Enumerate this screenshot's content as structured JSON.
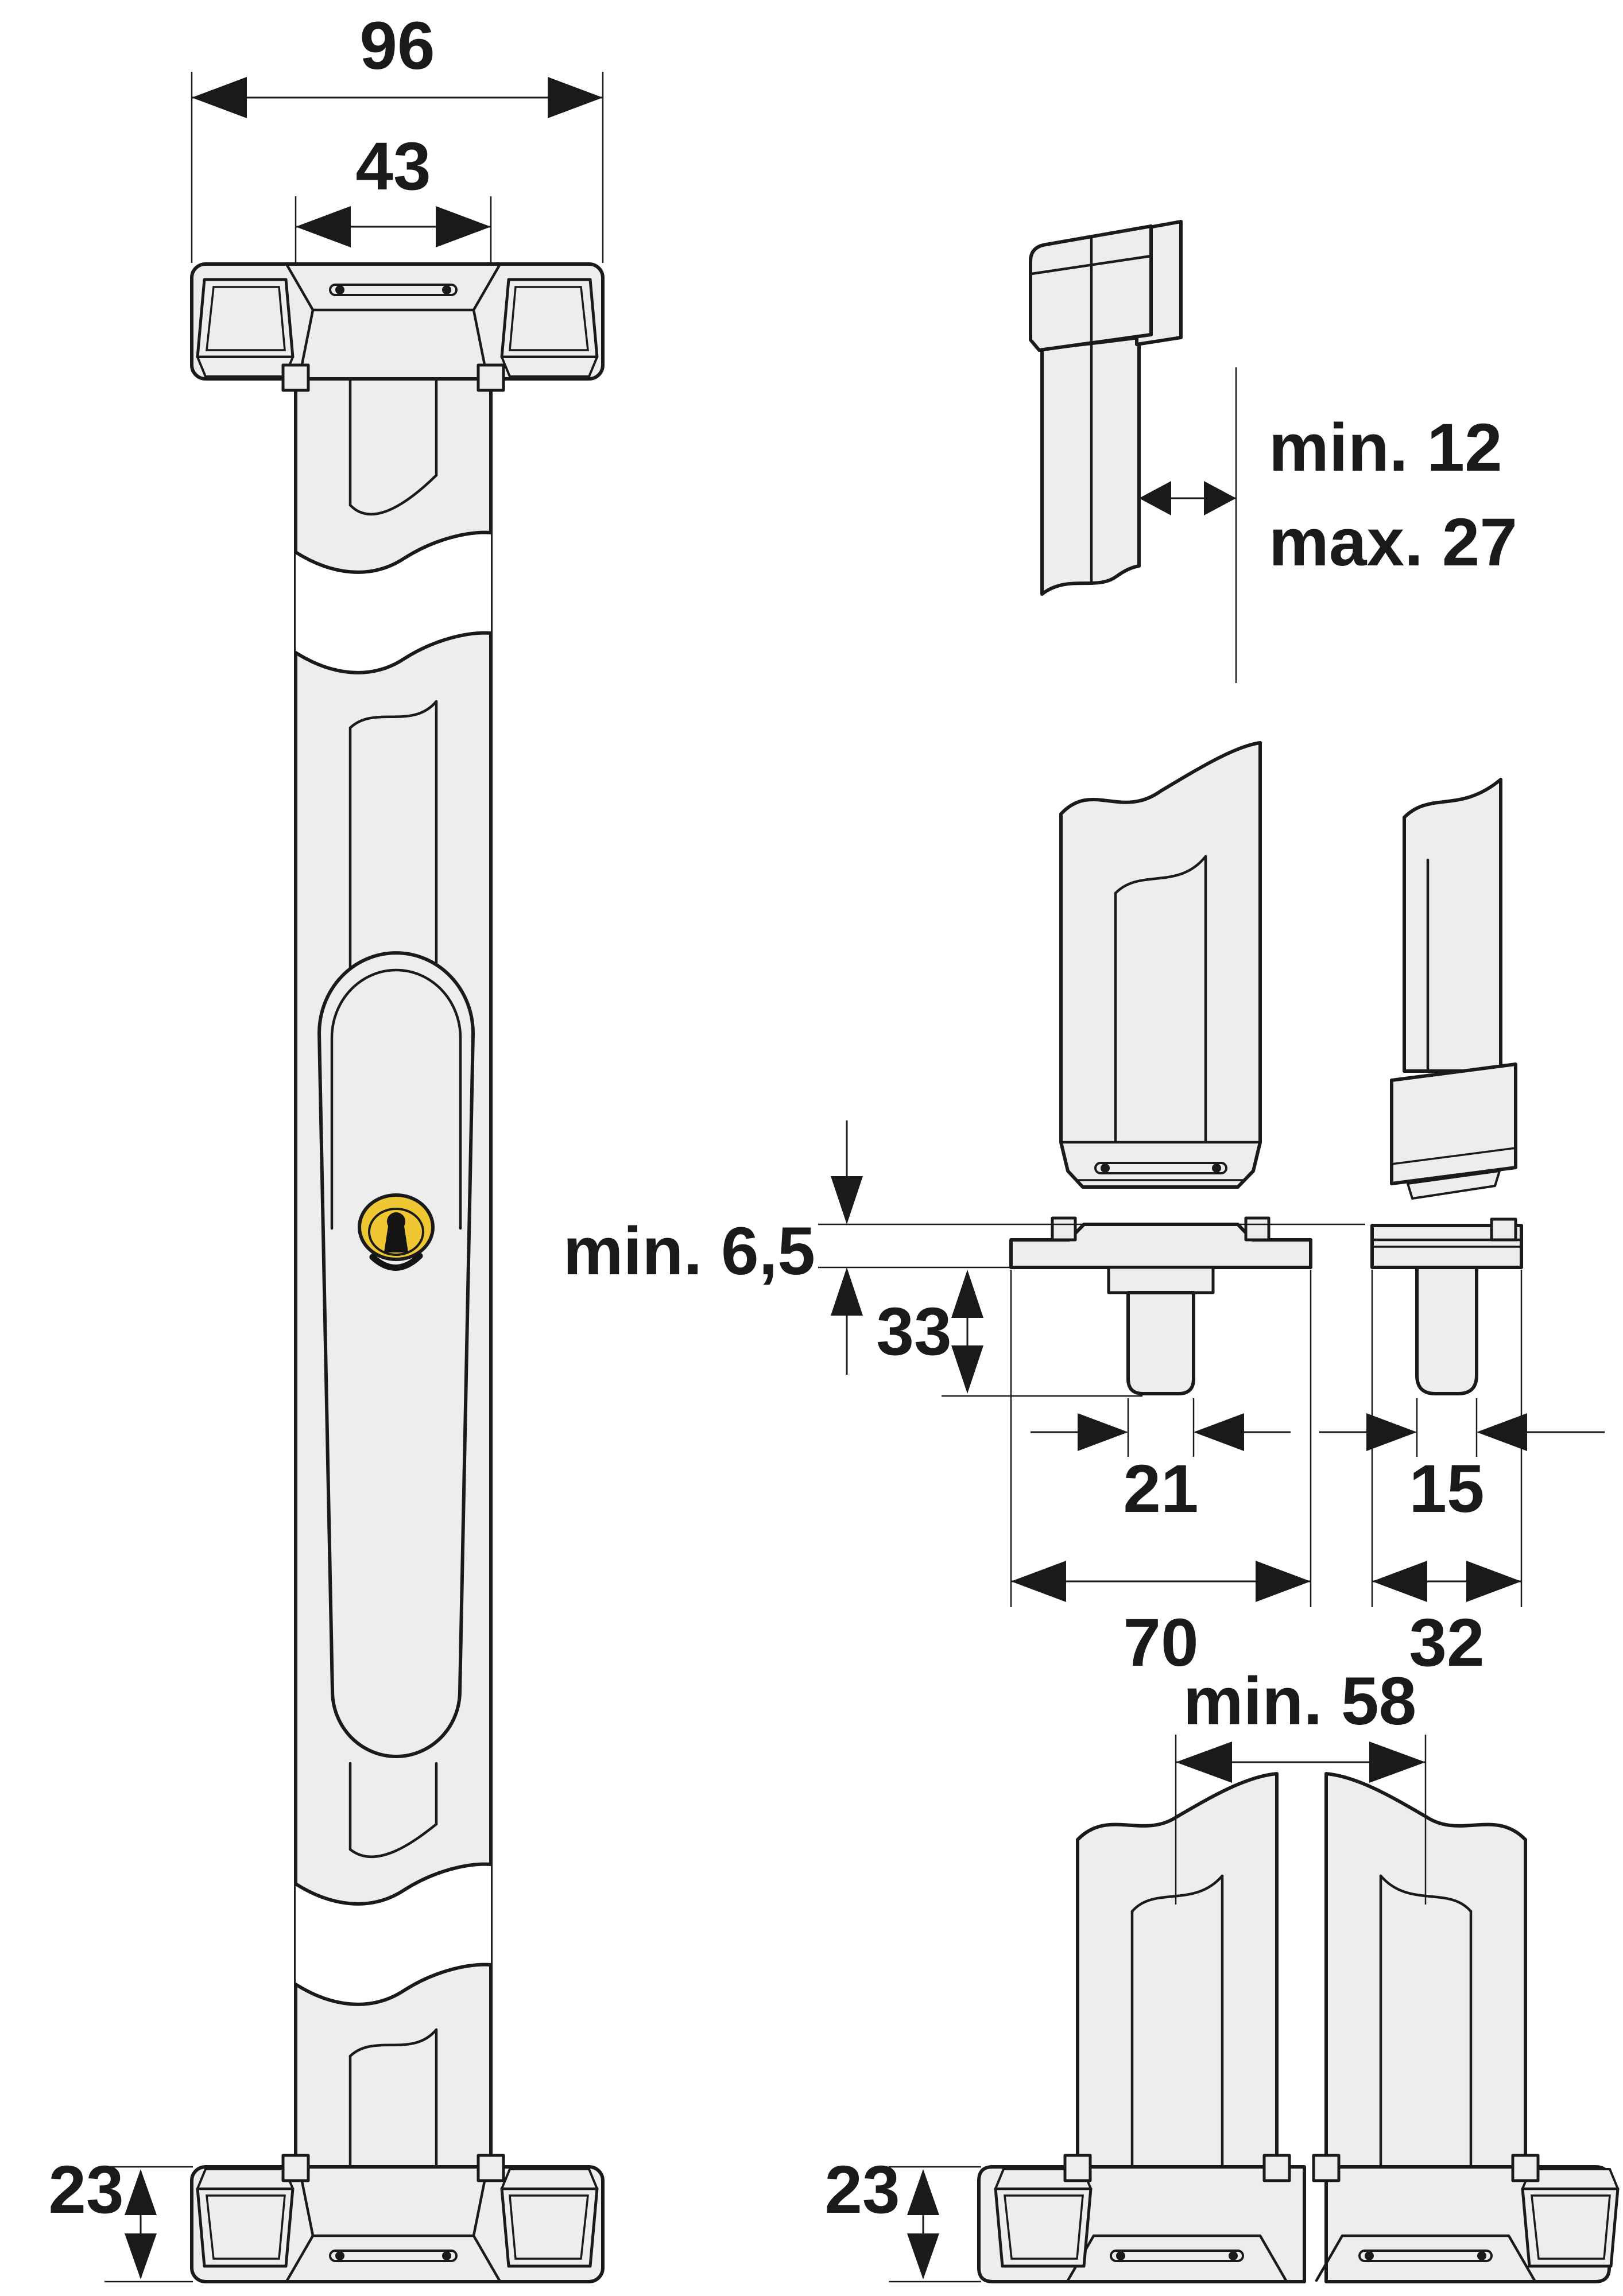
{
  "labels": {
    "width_total": "96",
    "width_bar": "43",
    "gap_min": "min. 12",
    "gap_max": "max. 27",
    "clearance_min": "min. 6,5",
    "pin_depth": "33",
    "pin_width_front": "21",
    "plate_width_front": "70",
    "pin_width_side": "15",
    "plate_width_side": "32",
    "sash_distance_min": "min. 58",
    "bracket_height_left": "23",
    "bracket_height_right": "23"
  },
  "colors": {
    "background": "#ffffff",
    "part_fill": "#ededed",
    "outline": "#1a1a1a",
    "cylinder_body": "#eec733",
    "keyhole": "#141414"
  }
}
